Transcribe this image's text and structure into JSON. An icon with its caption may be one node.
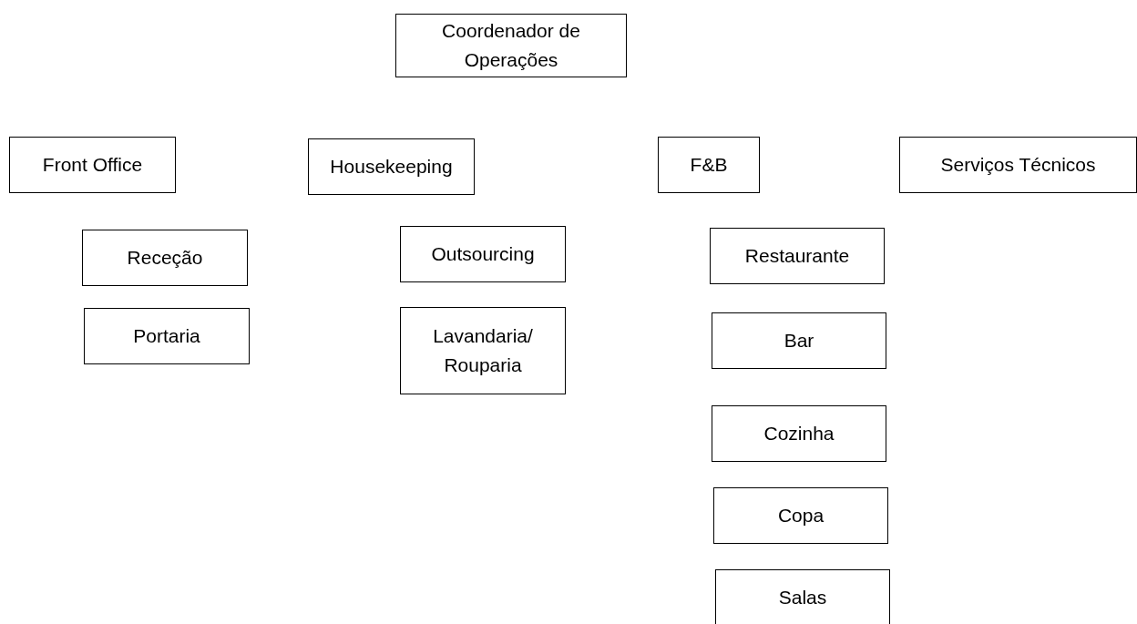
{
  "diagram": {
    "nodes": [
      {
        "text": [
          "Coordenador de Operações"
        ]
      },
      {
        "text": [
          "Front Office"
        ]
      },
      {
        "text": [
          "Housekeeping"
        ]
      },
      {
        "text": [
          "F&B"
        ]
      },
      {
        "text": [
          "Serviços Técnicos"
        ]
      },
      {
        "text": [
          "Receção"
        ]
      },
      {
        "text": [
          "Portaria"
        ]
      },
      {
        "text": [
          "Outsourcing"
        ]
      },
      {
        "text": [
          "Lavandaria/ Rouparia"
        ]
      },
      {
        "text": [
          "Restaurante"
        ]
      },
      {
        "text": [
          "Bar"
        ]
      },
      {
        "text": [
          "Cozinha"
        ]
      },
      {
        "text": [
          "Copa"
        ]
      },
      {
        "text": [
          "Salas"
        ]
      }
    ]
  }
}
